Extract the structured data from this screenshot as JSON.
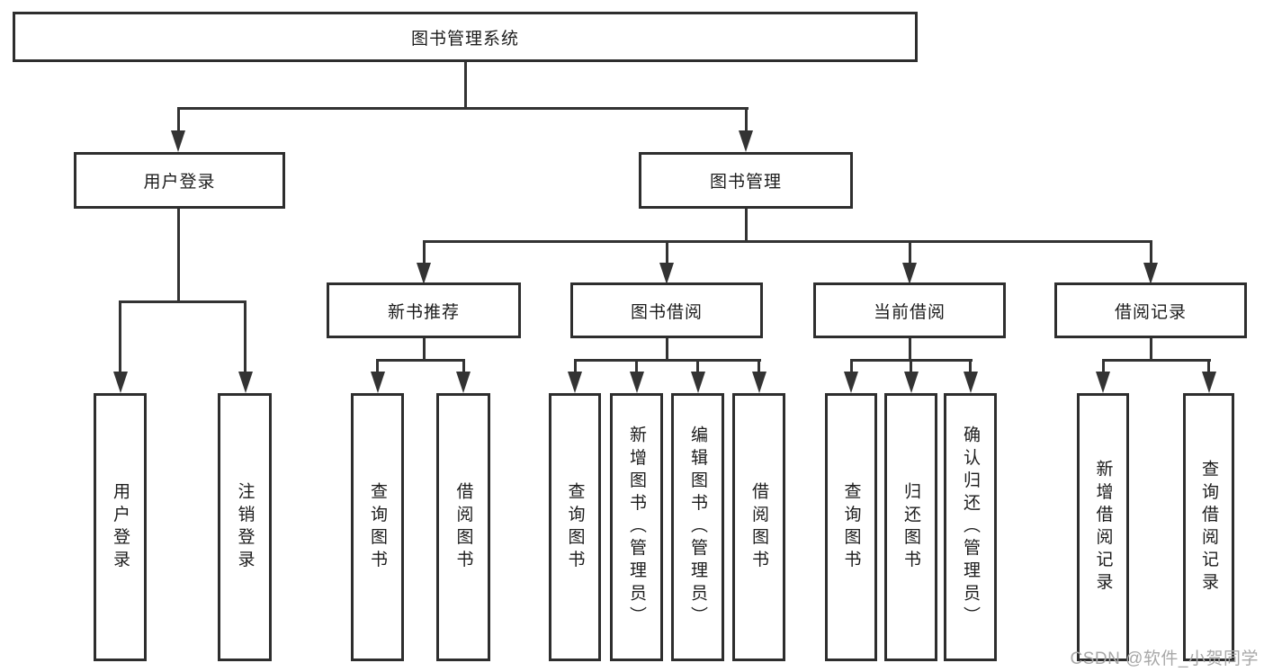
{
  "diagram": {
    "type": "hierarchy-tree",
    "root": {
      "label": "图书管理系统",
      "children": [
        {
          "label": "用户登录",
          "children": [
            {
              "label": "用户登录"
            },
            {
              "label": "注销登录"
            }
          ]
        },
        {
          "label": "图书管理",
          "children": [
            {
              "label": "新书推荐",
              "children": [
                {
                  "label": "查询图书"
                },
                {
                  "label": "借阅图书"
                }
              ]
            },
            {
              "label": "图书借阅",
              "children": [
                {
                  "label": "查询图书"
                },
                {
                  "label": "新增图书（管理员）"
                },
                {
                  "label": "编辑图书（管理员）"
                },
                {
                  "label": "借阅图书"
                }
              ]
            },
            {
              "label": "当前借阅",
              "children": [
                {
                  "label": "查询图书"
                },
                {
                  "label": "归还图书"
                },
                {
                  "label": "确认归还（管理员）"
                }
              ]
            },
            {
              "label": "借阅记录",
              "children": [
                {
                  "label": "新增借阅记录"
                },
                {
                  "label": "查询借阅记录"
                }
              ]
            }
          ]
        }
      ]
    }
  },
  "watermark": {
    "text": "CSDN @软件_小贺同学"
  },
  "colors": {
    "line": "#333333",
    "box_border": "#2e2e2e",
    "text": "#1c1c1c",
    "watermark": "#a8a8a8",
    "background": "#ffffff"
  }
}
